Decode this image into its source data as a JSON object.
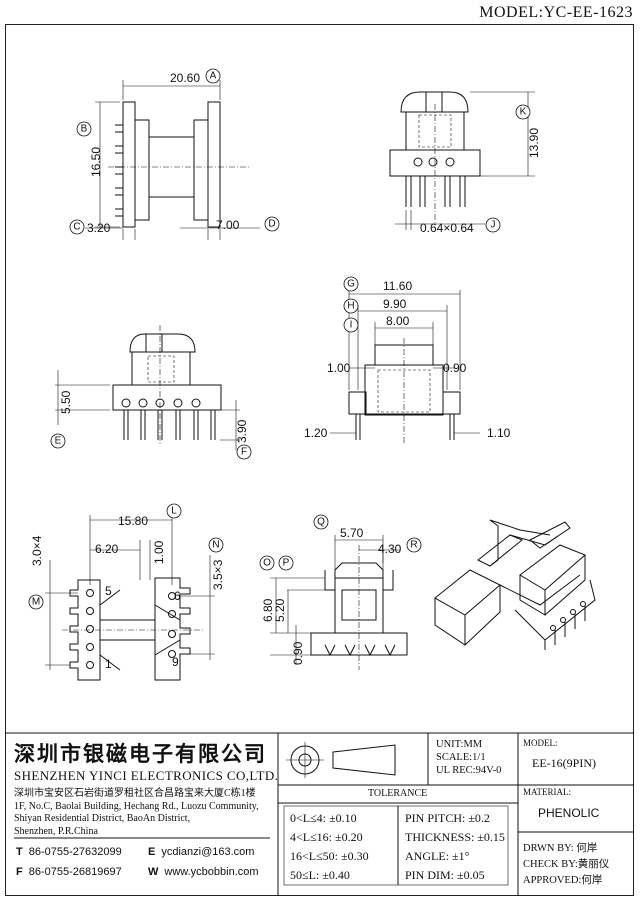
{
  "header": {
    "model_title": "MODEL:YC-EE-1623"
  },
  "drawing": {
    "top_left": {
      "dim_width": "20.60",
      "dim_height": "16.50",
      "dim_base": "3.20",
      "dim_flange": "7.00",
      "tag_a": "A",
      "tag_b": "B",
      "tag_c": "C",
      "tag_d": "D"
    },
    "top_right": {
      "dim_height": "13.90",
      "dim_pin": "0.64×0.64",
      "tag_k": "K",
      "tag_j": "J"
    },
    "mid_left": {
      "dim_height": "5.50",
      "dim_pin_len": "3.90",
      "tag_e": "E",
      "tag_f": "F"
    },
    "mid_right": {
      "dim_g": "11.60",
      "dim_h": "9.90",
      "dim_i": "8.00",
      "dim_left_wall": "1.00",
      "dim_right_wall": "0.90",
      "dim_left_pin": "1.20",
      "dim_right_pin": "1.10",
      "tag_g": "G",
      "tag_h": "H",
      "tag_i": "I"
    },
    "bottom_left": {
      "dim_span": "15.80",
      "dim_left": "6.20",
      "dim_gap": "1.00",
      "dim_pitch_left": "3.0×4",
      "dim_pitch_right": "3.5×3",
      "pin_5": "5",
      "pin_1": "1",
      "pin_6": "6",
      "pin_9": "9",
      "tag_l": "L",
      "tag_m": "M",
      "tag_n": "N"
    },
    "bottom_mid": {
      "dim_q": "5.70",
      "dim_r": "4.30",
      "dim_o": "6.80",
      "dim_p": "5.20",
      "dim_base": "0.90",
      "tag_q": "Q",
      "tag_r": "R",
      "tag_o": "O",
      "tag_p": "P"
    }
  },
  "title_block": {
    "company_cn": "深圳市银磁电子有限公司",
    "company_en": "SHENZHEN YINCI ELECTRONICS CO,LTD.",
    "address_cn": "深圳市宝安区石岩街道罗租社区合昌路宝来大厦C栋1楼",
    "address_en_1": "1F, No.C, Baolai Building, Hechang Rd., Luozu Community,",
    "address_en_2": "Shiyan Residential District, BaoAn District,",
    "address_en_3": "Shenzhen, P.R.China",
    "tel_label": "T",
    "tel": "86-0755-27632099",
    "fax_label": "F",
    "fax": "86-0755-26819697",
    "email_label": "E",
    "email": "ycdianzi@163.com",
    "web_label": "W",
    "web": "www.ycbobbin.com",
    "unit": "UNIT:MM",
    "scale": "SCALE:1/1",
    "ul_rec": "UL REC:94V-0",
    "model_label": "MODEL:",
    "model_value": "EE-16(9PIN)",
    "material_label": "MATERIAL:",
    "material_value": "PHENOLIC",
    "tolerance_title": "TOLERANCE",
    "tol_1": "0<L≤4: ±0.10",
    "tol_2": "4<L≤16: ±0.20",
    "tol_3": "16<L≤50: ±0.30",
    "tol_4": "50≤L: ±0.40",
    "pin_pitch": "PIN PITCH: ±0.2",
    "thickness": "THICKNESS: ±0.15",
    "angle": "ANGLE: ±1°",
    "pin_dim": "PIN DIM: ±0.05",
    "drawn_by": "DRWN BY: 何岸",
    "check_by": "CHECK BY:黄丽仪",
    "approved": "APPROVED:何岸"
  }
}
